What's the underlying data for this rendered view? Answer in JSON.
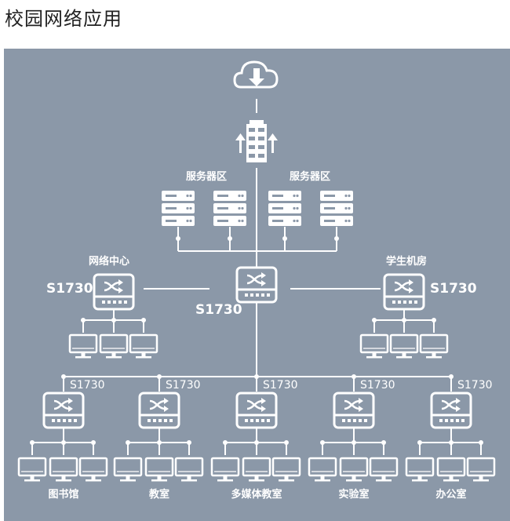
{
  "page": {
    "title": "校园网络应用"
  },
  "diagram": {
    "server_zone_left_label": "服务器区",
    "server_zone_right_label": "服务器区",
    "core_switch_model": "S1730",
    "network_center": {
      "label": "网络中心",
      "switch_model": "S1730"
    },
    "student_lab": {
      "label": "学生机房",
      "switch_model": "S1730"
    },
    "access_sites": [
      {
        "label": "图书馆",
        "switch_model": "S1730"
      },
      {
        "label": "教室",
        "switch_model": "S1730"
      },
      {
        "label": "多媒体教室",
        "switch_model": "S1730"
      },
      {
        "label": "实验室",
        "switch_model": "S1730"
      },
      {
        "label": "办公室",
        "switch_model": "S1730"
      }
    ]
  },
  "icons": [
    "cloud-download-icon",
    "firewall-icon",
    "server-icon",
    "switch-icon",
    "monitor-icon"
  ],
  "colors": {
    "background": "#8b98a8",
    "foreground": "#ffffff"
  }
}
